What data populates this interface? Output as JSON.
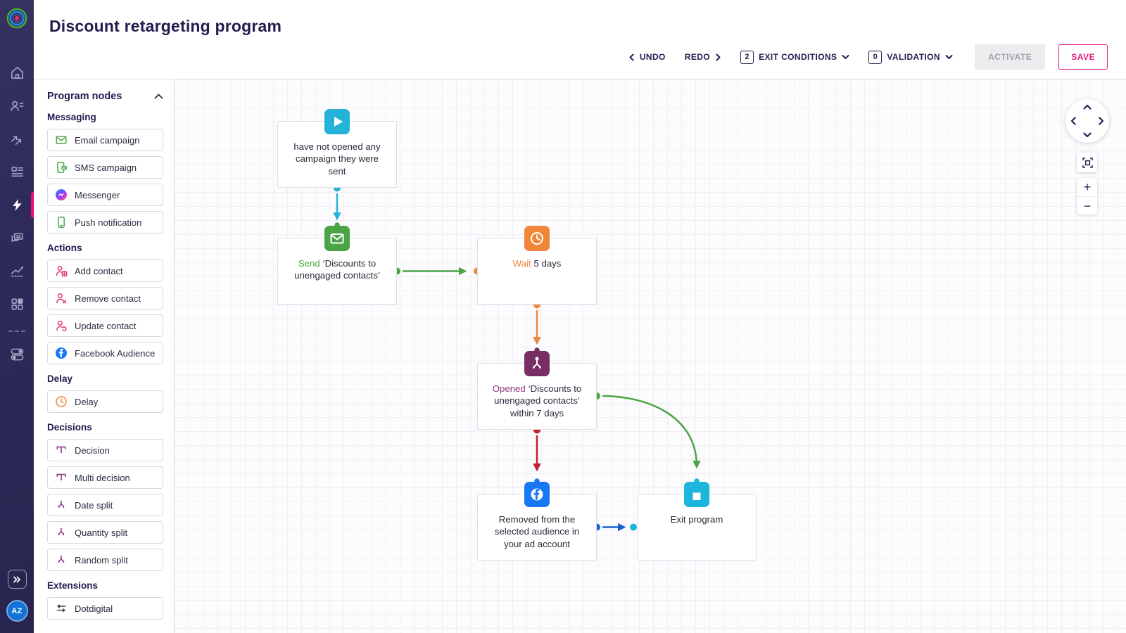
{
  "app": {
    "title": "Discount retargeting program",
    "logo": "dotdigital-logo"
  },
  "toolbar": {
    "undo_label": "UNDO",
    "redo_label": "REDO",
    "exit_conditions": {
      "count": "2",
      "label": "EXIT CONDITIONS"
    },
    "validation": {
      "count": "0",
      "label": "VALIDATION"
    },
    "activate_label": "ACTIVATE",
    "save_label": "SAVE"
  },
  "nav": {
    "items": [
      "home",
      "contacts",
      "automation",
      "campaigns",
      "programs",
      "chat",
      "analytics",
      "apps",
      "toggles"
    ],
    "active_item": "programs",
    "expand_icon": "chevrons-right",
    "avatar": "AZ"
  },
  "sidebar": {
    "header": "Program nodes",
    "sections": [
      {
        "label": "Messaging",
        "items": [
          {
            "label": "Email campaign",
            "icon": "email-icon"
          },
          {
            "label": "SMS campaign",
            "icon": "sms-icon"
          },
          {
            "label": "Messenger",
            "icon": "messenger-icon"
          },
          {
            "label": "Push notification",
            "icon": "push-icon"
          }
        ]
      },
      {
        "label": "Actions",
        "items": [
          {
            "label": "Add contact",
            "icon": "add-contact-icon"
          },
          {
            "label": "Remove contact",
            "icon": "remove-contact-icon"
          },
          {
            "label": "Update contact",
            "icon": "update-contact-icon"
          },
          {
            "label": "Facebook Audience",
            "icon": "facebook-icon"
          }
        ]
      },
      {
        "label": "Delay",
        "items": [
          {
            "label": "Delay",
            "icon": "clock-icon"
          }
        ]
      },
      {
        "label": "Decisions",
        "items": [
          {
            "label": "Decision",
            "icon": "decision-icon"
          },
          {
            "label": "Multi decision",
            "icon": "decision-icon"
          },
          {
            "label": "Date split",
            "icon": "split-icon"
          },
          {
            "label": "Quantity split",
            "icon": "split-icon"
          },
          {
            "label": "Random split",
            "icon": "split-icon"
          }
        ]
      },
      {
        "label": "Extensions",
        "items": [
          {
            "label": "Dotdigital",
            "icon": "transfer-icon"
          }
        ]
      }
    ]
  },
  "canvas": {
    "nodes": [
      {
        "id": "start",
        "icon": "play-icon",
        "keyword": "",
        "text": "have not opened any campaign they were sent"
      },
      {
        "id": "send-email",
        "icon": "email-icon",
        "keyword": "Send",
        "text": "‘Discounts to unengaged contacts’"
      },
      {
        "id": "wait",
        "icon": "clock-icon",
        "keyword": "Wait",
        "text": "5 days"
      },
      {
        "id": "decision",
        "icon": "decision-icon",
        "keyword": "Opened",
        "text": "‘Discounts to unengaged contacts’ within 7 days"
      },
      {
        "id": "facebook",
        "icon": "facebook-icon",
        "keyword": "",
        "text": "Removed from the selected audience in your ad account"
      },
      {
        "id": "exit",
        "icon": "exit-icon",
        "keyword": "",
        "text": "Exit program"
      }
    ],
    "controls": {
      "zoom_in": "+",
      "zoom_out": "−"
    }
  },
  "colors": {
    "accent_pink": "#ef0a7e",
    "navy": "#2d2a5a",
    "teal": "#24b2d9",
    "green": "#4ba546",
    "orange": "#f0863a",
    "purple": "#772e63",
    "red": "#c02333",
    "facebook_blue": "#1877f2",
    "arrow_blue": "#1564d0",
    "cyan": "#1cb5dc"
  }
}
